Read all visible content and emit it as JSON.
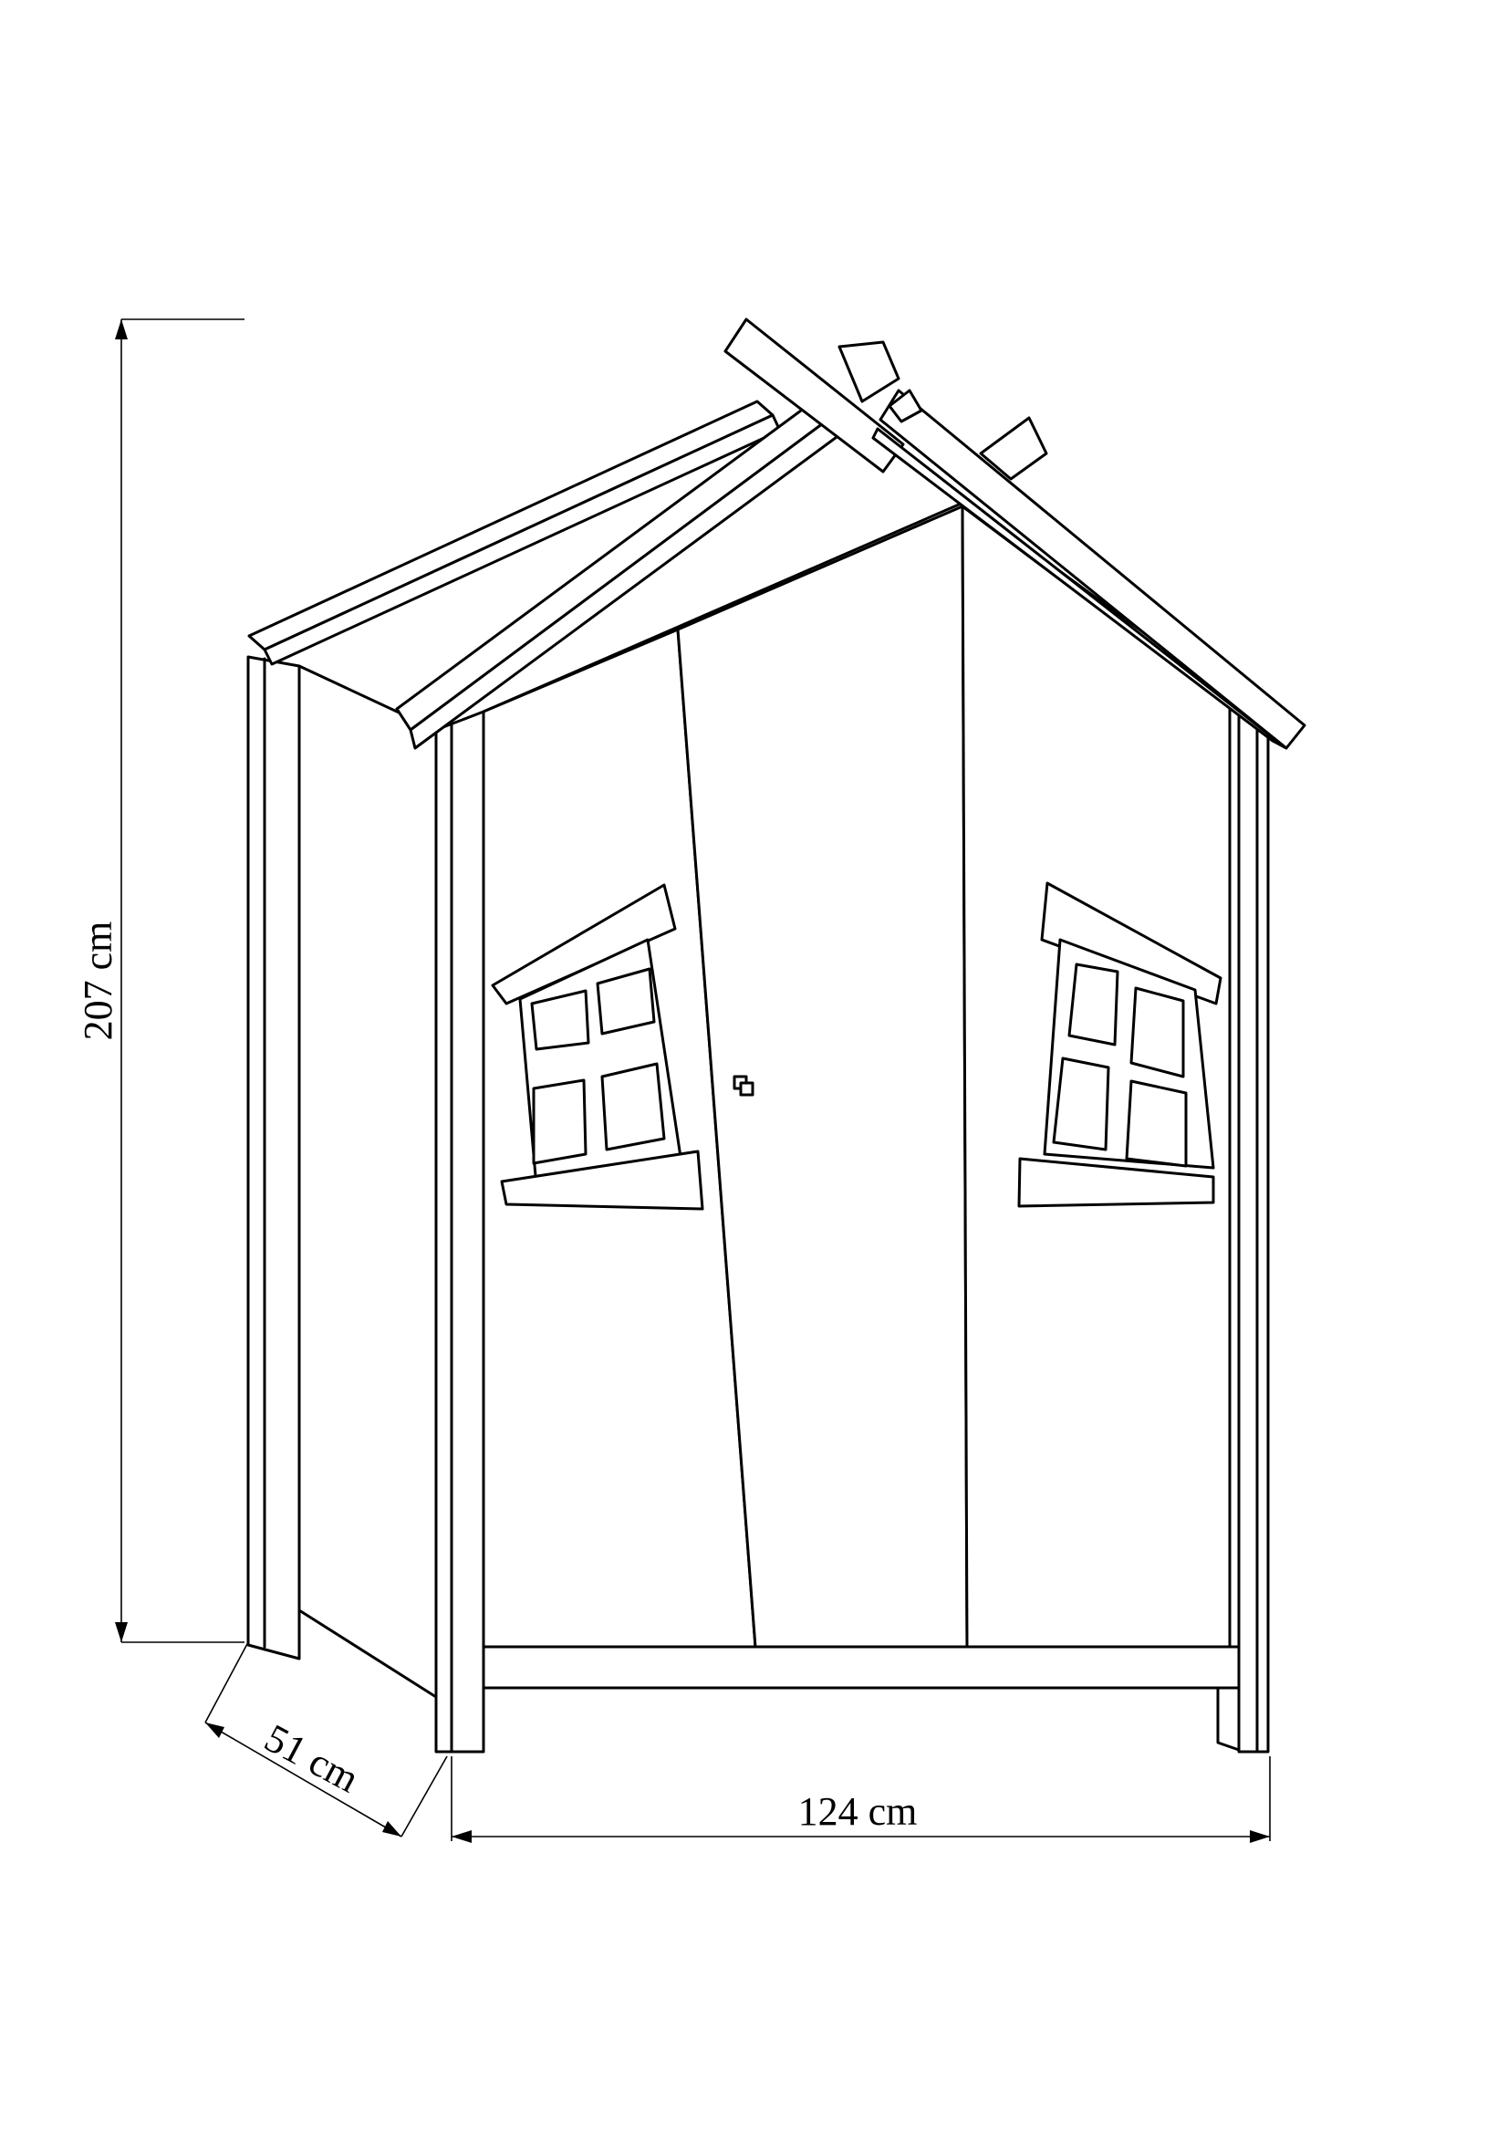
{
  "dimensions": {
    "height": "207 cm",
    "depth": "51 cm",
    "width": "124 cm"
  },
  "colors": {
    "stroke": "#000000",
    "background": "#ffffff"
  }
}
